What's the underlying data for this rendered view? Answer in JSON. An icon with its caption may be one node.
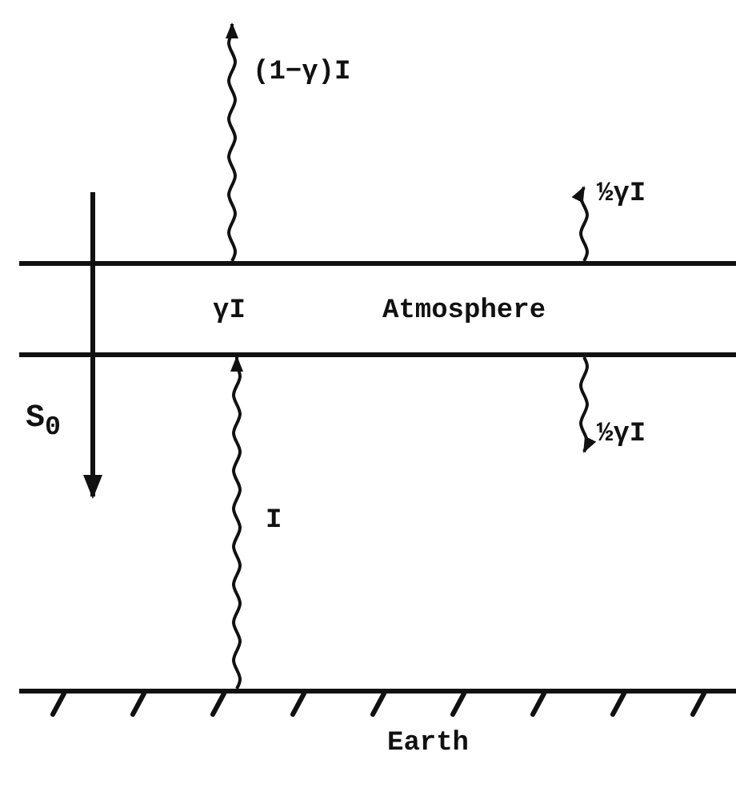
{
  "diagram": {
    "nodes": [
      {
        "text": [
          "γI",
          "Atmosphere"
        ]
      },
      {
        "text": [
          "Earth"
        ]
      }
    ],
    "edges": [
      {
        "from": 1,
        "to": 0,
        "arrow": "to",
        "label": "I"
      },
      {
        "from": 0,
        "to": null,
        "arrow": "to",
        "label": "(1−γ)I"
      },
      {
        "from": 0,
        "to": null,
        "arrow": "to",
        "label": "½γI"
      },
      {
        "from": 0,
        "to": null,
        "arrow": "to",
        "label": "½γI"
      }
    ],
    "labels": [
      "S$_{0}$"
    ]
  }
}
